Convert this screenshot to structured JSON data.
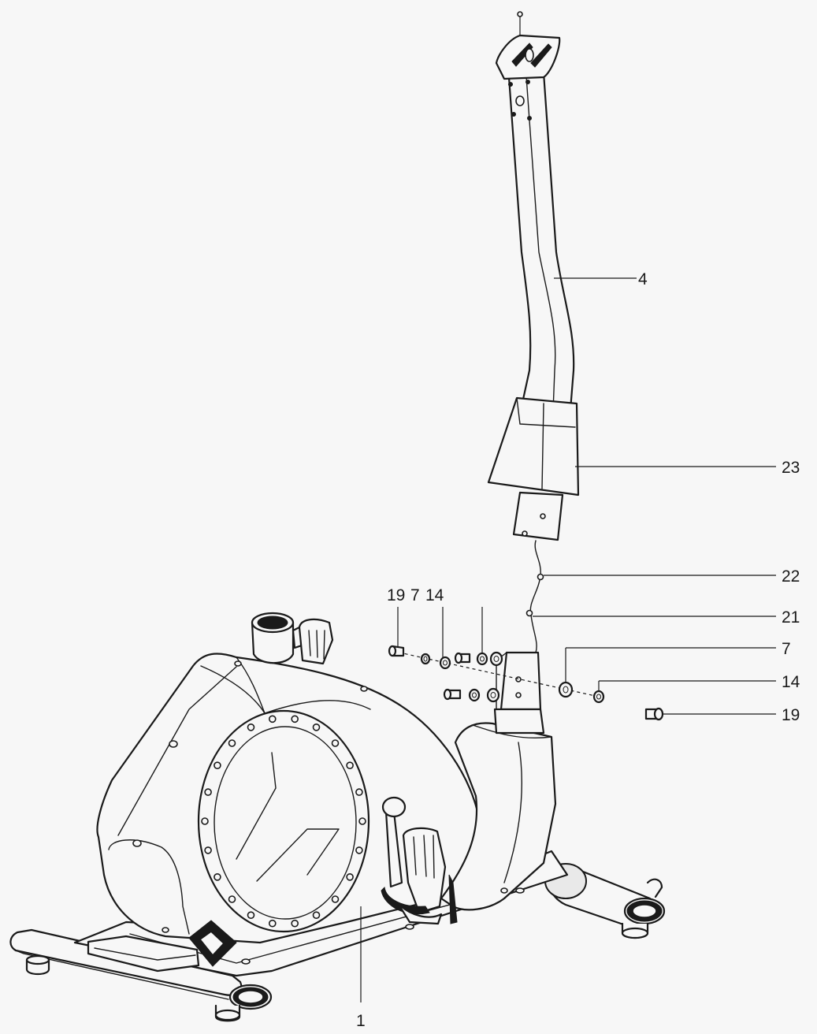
{
  "diagram": {
    "callouts": {
      "part_4": "4",
      "part_23": "23",
      "part_22": "22",
      "part_21": "21",
      "part_7_right": "7",
      "part_14_right": "14",
      "part_19_right": "19",
      "part_1": "1",
      "group_left_19": "19",
      "group_left_7": "7",
      "group_left_14": "14"
    }
  }
}
